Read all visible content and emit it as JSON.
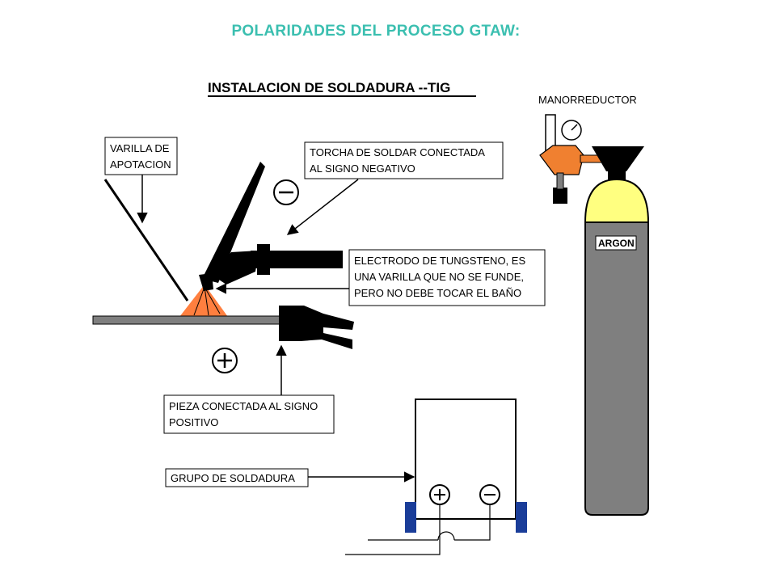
{
  "title": "POLARIDADES  DEL PROCESO GTAW:",
  "diagram": {
    "heading": "INSTALACION DE SOLDADURA --TIG",
    "labels": {
      "varilla_line1": "VARILLA DE",
      "varilla_line2": "APOTACION",
      "torcha_line1": "TORCHA DE SOLDAR CONECTADA",
      "torcha_line2": "AL SIGNO NEGATIVO",
      "electrodo_line1": "ELECTRODO DE TUNGSTENO, ES",
      "electrodo_line2": "UNA VARILLA QUE NO SE FUNDE,",
      "electrodo_line3": "PERO NO DEBE TOCAR EL BAÑO",
      "pieza_line1": "PIEZA CONECTADA AL SIGNO",
      "pieza_line2": "POSITIVO",
      "grupo": "GRUPO DE SOLDADURA",
      "manorreductor": "MANORREDUCTOR",
      "argon": "ARGON"
    },
    "colors": {
      "title": "#3bbfb0",
      "flame": "#ff7f3f",
      "regulator": "#f08030",
      "cylinder_body": "#7f7f7f",
      "cylinder_top": "#ffff80",
      "machine_feet": "#1a3d99"
    }
  }
}
